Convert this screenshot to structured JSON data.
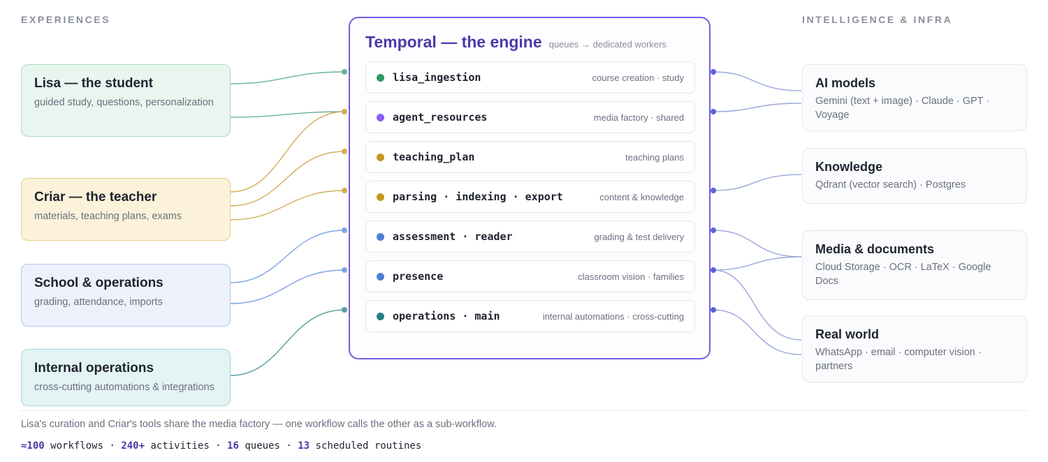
{
  "columns": {
    "left_title": "EXPERIENCES",
    "right_title": "INTELLIGENCE & INFRA"
  },
  "experiences": [
    {
      "title": "Lisa — the student",
      "subtitle": "guided study, questions, personalization",
      "bg": "#e9f6ef",
      "border": "#a9dbbf"
    },
    {
      "title": "Criar — the teacher",
      "subtitle": "materials, teaching plans, exams",
      "bg": "#fbf2d9",
      "border": "#e5cd86"
    },
    {
      "title": "School & operations",
      "subtitle": "grading, attendance, imports",
      "bg": "#ecf1fc",
      "border": "#b3c6ec"
    },
    {
      "title": "Internal operations",
      "subtitle": "cross-cutting automations & integrations",
      "bg": "#e4f3f3",
      "border": "#a7d4d4"
    }
  ],
  "engine": {
    "title": "Temporal — the engine",
    "subtitle": "queues → dedicated workers",
    "queues": [
      {
        "name": "lisa_ingestion",
        "desc": "course creation · study",
        "color": "#2e9a62"
      },
      {
        "name": "agent_resources",
        "desc": "media factory · shared",
        "color": "#8b5cf6"
      },
      {
        "name": "teaching_plan",
        "desc": "teaching plans",
        "color": "#c4951f"
      },
      {
        "name": "parsing · indexing · export",
        "desc": "content & knowledge",
        "color": "#c4951f"
      },
      {
        "name": "assessment · reader",
        "desc": "grading & test delivery",
        "color": "#4a7fd4"
      },
      {
        "name": "presence",
        "desc": "classroom vision · families",
        "color": "#4a7fd4"
      },
      {
        "name": "operations · main",
        "desc": "internal automations · cross-cutting",
        "color": "#237d84"
      }
    ]
  },
  "infra": [
    {
      "title": "AI models",
      "subtitle": "Gemini (text + image) · Claude · GPT · Voyage"
    },
    {
      "title": "Knowledge",
      "subtitle": "Qdrant (vector search) · Postgres"
    },
    {
      "title": "Media & documents",
      "subtitle": "Cloud Storage · OCR · LaTeX · Google Docs"
    },
    {
      "title": "Real world",
      "subtitle": "WhatsApp · email · computer vision · partners"
    }
  ],
  "links": {
    "left": [
      {
        "from": 0,
        "to": 0,
        "color": "#66b594"
      },
      {
        "from": 0,
        "to": 1,
        "color": "#66b594"
      },
      {
        "from": 1,
        "to": 1,
        "color": "#d1ae58"
      },
      {
        "from": 1,
        "to": 2,
        "color": "#d1ae58"
      },
      {
        "from": 1,
        "to": 3,
        "color": "#d1ae58"
      },
      {
        "from": 2,
        "to": 4,
        "color": "#7ea3e0"
      },
      {
        "from": 2,
        "to": 5,
        "color": "#7ea3e0"
      },
      {
        "from": 3,
        "to": 6,
        "color": "#5a9da2"
      }
    ],
    "right": [
      {
        "from": 0,
        "to": 0
      },
      {
        "from": 1,
        "to": 0
      },
      {
        "from": 3,
        "to": 1
      },
      {
        "from": 4,
        "to": 2
      },
      {
        "from": 5,
        "to": 2
      },
      {
        "from": 5,
        "to": 3
      },
      {
        "from": 6,
        "to": 3
      }
    ],
    "right_color": "#9aa6dc",
    "right_dot_color": "#5a63d4"
  },
  "footer": {
    "note": "Lisa's curation and Criar's tools share the media factory — one workflow calls the other as a sub-workflow.",
    "stats": [
      {
        "value": "≈100",
        "label": "workflows"
      },
      {
        "value": "240+",
        "label": "activities"
      },
      {
        "value": "16",
        "label": "queues"
      },
      {
        "value": "13",
        "label": "scheduled routines"
      }
    ]
  }
}
